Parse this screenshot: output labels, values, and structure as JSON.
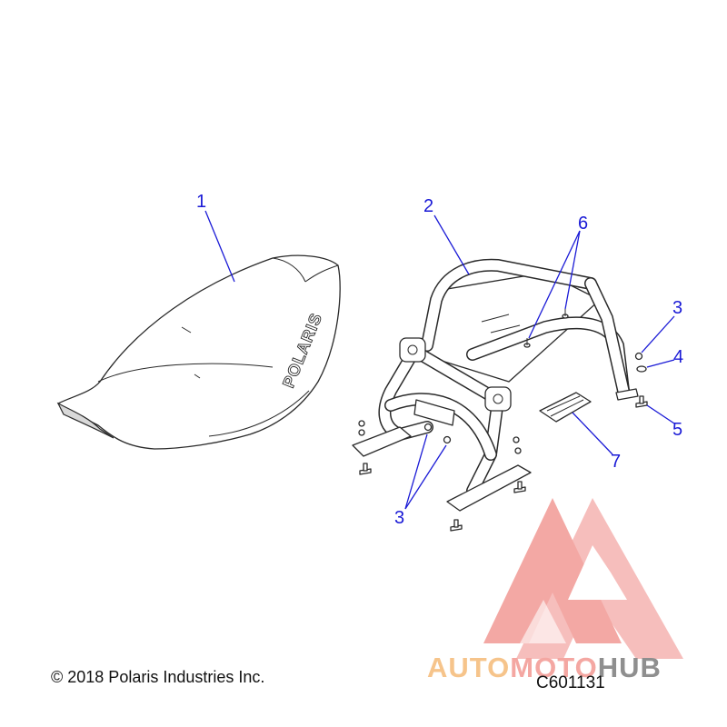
{
  "callouts": [
    {
      "label": "1"
    },
    {
      "label": "2"
    },
    {
      "label": "3"
    },
    {
      "label": "3"
    },
    {
      "label": "4"
    },
    {
      "label": "5"
    },
    {
      "label": "6"
    },
    {
      "label": "7"
    }
  ],
  "seat": {
    "logo_text": "POLARIS"
  },
  "footer": {
    "copyright": "© 2018 Polaris Industries Inc.",
    "drawing_code": "C601131"
  },
  "watermark": {
    "part1": "AUTO",
    "part2": "MOTO",
    "part3": "HUB",
    "colors": {
      "triangle": "#f29a95",
      "auto": "#f6c48b",
      "moto": "#f4a7a2",
      "hub": "#8f8f8f"
    }
  }
}
